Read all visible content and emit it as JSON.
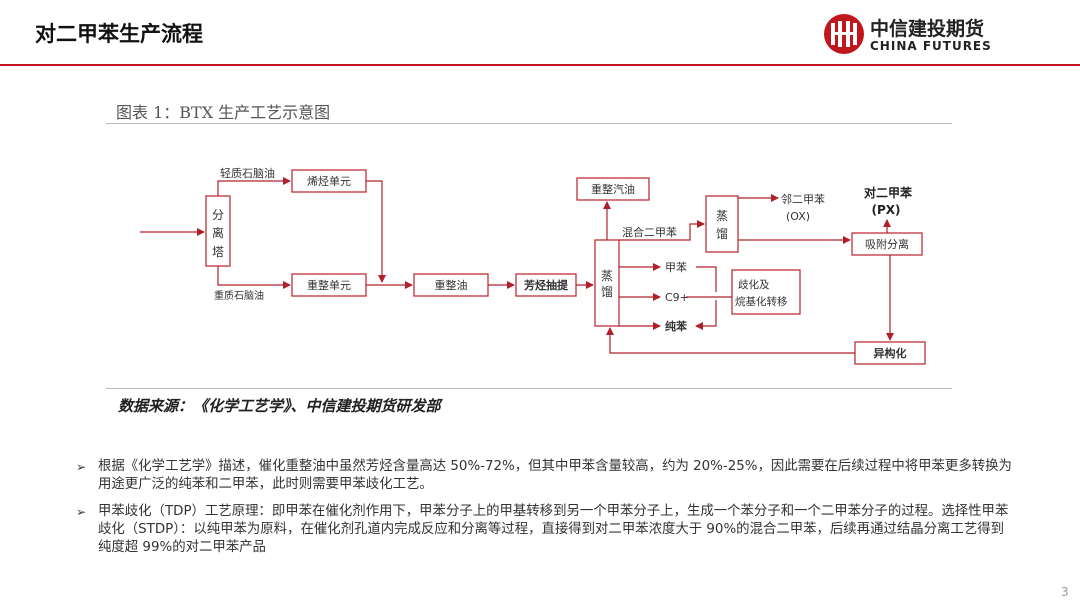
{
  "header": {
    "title": "对二甲苯生产流程",
    "logo_cn": "中信建投期货",
    "logo_en": "CHINA FUTURES",
    "accent_color": "#c0161c"
  },
  "figure": {
    "title": "图表 1：BTX 生产工艺示意图",
    "source": "数据来源：《化学工艺学》、中信建投期货研发部",
    "nodes": {
      "separator": "分离塔",
      "olefin": "烯烃单元",
      "reforming": "重整单元",
      "reformate": "重整油",
      "extraction": "芳烃抽提",
      "distill1": "蒸馏",
      "distill2": "蒸馏",
      "reform_gasoline": "重整汽油",
      "adsorption": "吸附分离",
      "isomerization": "异构化",
      "disproportionation": "歧化及烷基化转移"
    },
    "labels": {
      "light_naphtha": "轻质石脑油",
      "heavy_naphtha": "重质石脑油",
      "mixed_xylene": "混合二甲苯",
      "toluene": "甲苯",
      "c9": "C9+",
      "benzene": "纯苯",
      "ox": "邻二甲苯",
      "ox_abbr": "(OX)",
      "px": "对二甲苯",
      "px_abbr": "(PX)"
    }
  },
  "bullets": [
    "根据《化学工艺学》描述，催化重整油中虽然芳烃含量高达 50%-72%，但其中甲苯含量较高，约为 20%-25%，因此需要在后续过程中将甲苯更多转换为用途更广泛的纯苯和二甲苯，此时则需要甲苯歧化工艺。",
    "甲苯歧化（TDP）工艺原理：即甲苯在催化剂作用下，甲苯分子上的甲基转移到另一个甲苯分子上，生成一个苯分子和一个二甲苯分子的过程。选择性甲苯歧化（STDP）：以纯甲苯为原料，在催化剂孔道内完成反应和分离等过程，直接得到对二甲苯浓度大于 90%的混合二甲苯，后续再通过结晶分离工艺得到纯度超 99%的对二甲苯产品"
  ],
  "footer": {
    "page_number": "3"
  }
}
